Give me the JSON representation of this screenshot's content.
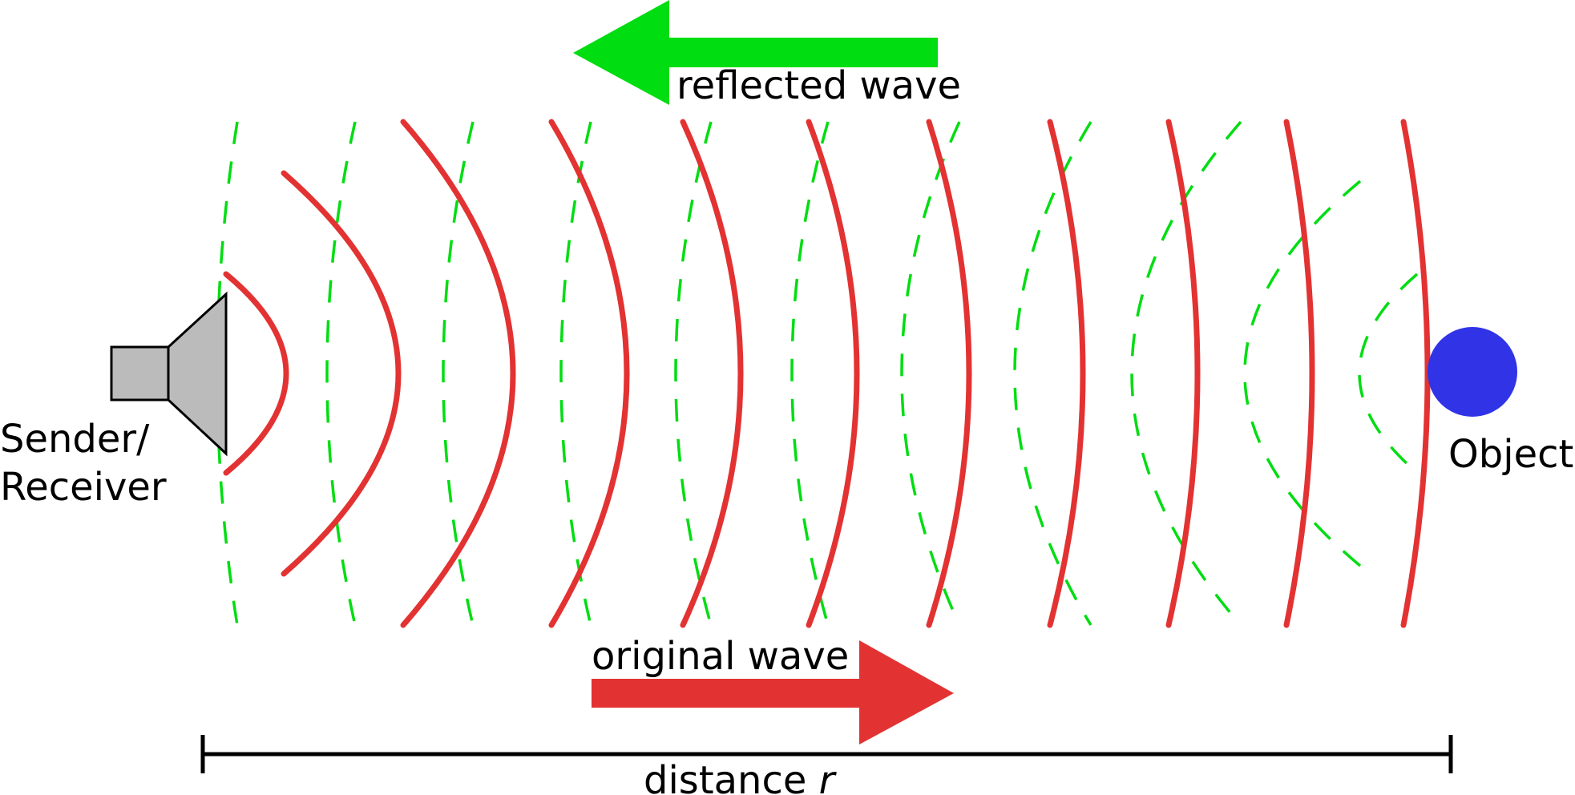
{
  "labels": {
    "reflected": "reflected wave",
    "original": "original wave",
    "sender_line1": "Sender/",
    "sender_line2": "Receiver",
    "object": "Object",
    "distance_prefix": "distance ",
    "distance_var": "r"
  },
  "colors": {
    "original_wave": "#e33232",
    "reflected_wave": "#00dd11",
    "object": "#3034e6",
    "speaker_fill": "#bbbbbb",
    "line": "#000000"
  },
  "waves": {
    "original_count": 11,
    "reflected_count": 11
  }
}
